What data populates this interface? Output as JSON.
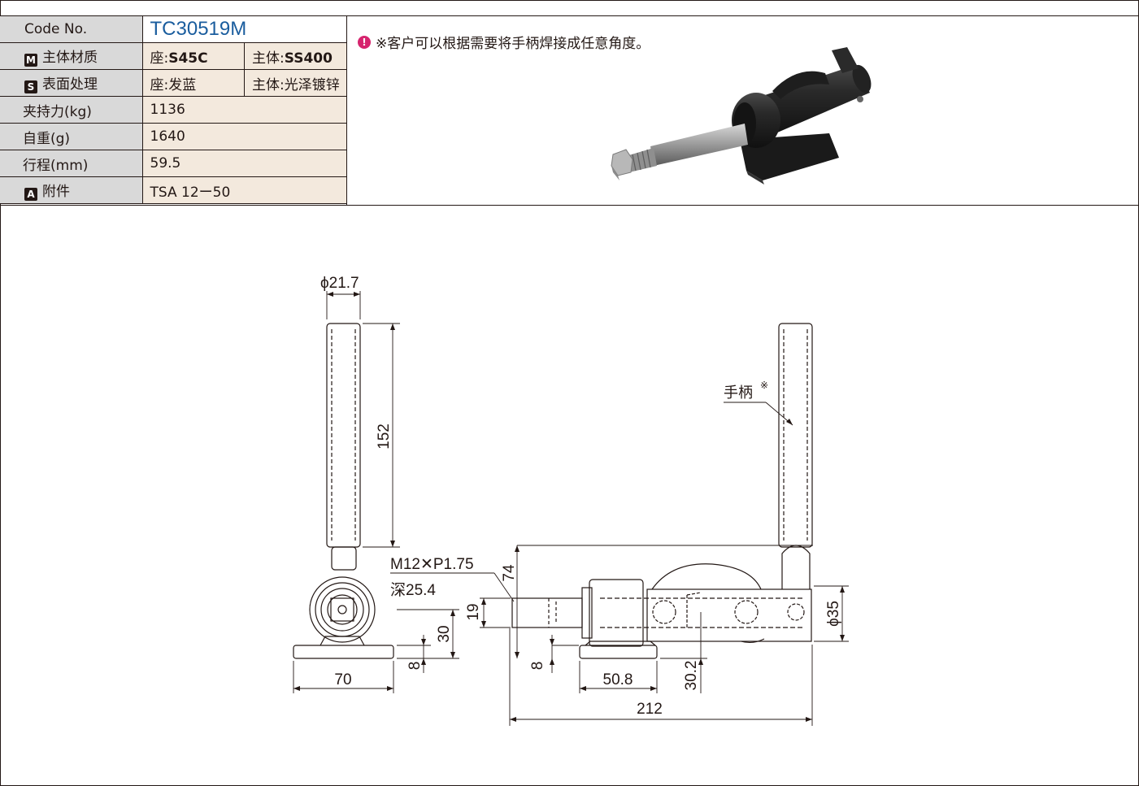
{
  "spec_table": {
    "code_label": "Code No.",
    "code_value": "TC30519M",
    "material": {
      "icon": "M",
      "label": "主体材质",
      "seat_prefix": "座:",
      "seat_value": "S45C",
      "body_prefix": "主体:",
      "body_value": "SS400"
    },
    "surface": {
      "icon": "S",
      "label": "表面处理",
      "seat": "座:发蓝",
      "body": "主体:光泽镀锌"
    },
    "clamp_force": {
      "label": "夹持力(kg)",
      "value": "1136"
    },
    "weight": {
      "label": "自重(g)",
      "value": "1640"
    },
    "stroke": {
      "label": "行程(mm)",
      "value": "59.5"
    },
    "accessory": {
      "icon": "A",
      "label": "附件",
      "value": "TSA 12ー50"
    }
  },
  "note": {
    "icon": "exclamation-icon",
    "text": "※客户可以根据需要将手柄焊接成任意角度。"
  },
  "drawing": {
    "phi_diameter": "ϕ21.7",
    "handle_length": "152",
    "thread_line1": "M12✕P1.75",
    "thread_line2": "深25.4",
    "height_74": "74",
    "dim_19": "19",
    "dim_30": "30",
    "dim_8_left": "8",
    "dim_70": "70",
    "dim_8_right": "8",
    "dim_50_8": "50.8",
    "dim_30_2": "30.2",
    "dim_212": "212",
    "dim_phi35": "ϕ35",
    "handle_label": "手柄",
    "handle_mark": "※"
  },
  "colors": {
    "table_label_bg": "#d9d9d9",
    "table_value_bg": "#f3e9dd",
    "code_blue": "#1a5d9e",
    "note_magenta": "#d6246e"
  }
}
